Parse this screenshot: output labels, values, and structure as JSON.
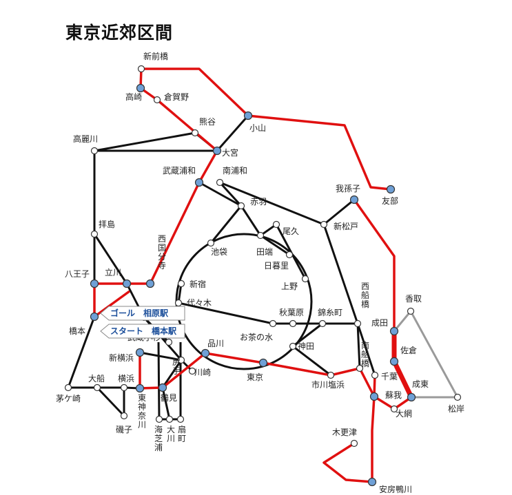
{
  "title": "東京近郊区間",
  "colors": {
    "route": "#e01010",
    "line": "#111111",
    "grey_line": "#9a9a9a",
    "station_on_route": "#6fa0d6",
    "station": "#ffffff",
    "callout_text": "#1b4e9a"
  },
  "callouts": {
    "goal": "ゴール　相原駅",
    "start": "スタート　橋本駅"
  },
  "stations": {
    "shinmaebashi": "新前橋",
    "takasaki": "高崎",
    "kuragano": "倉賀野",
    "kumagaya": "熊谷",
    "oyama": "小山",
    "takamagawa": "高麗川",
    "omiya": "大宮",
    "musashiurawa": "武蔵浦和",
    "minamiurawa": "南浦和",
    "abiko": "我孫子",
    "tomobe": "友部",
    "akabane": "赤羽",
    "shinmatsudo": "新松戸",
    "haijima": "拝島",
    "ogu": "尾久",
    "ikebukuro": "池袋",
    "tabata": "田端",
    "nishikokubunji": "西国分寺",
    "nippori": "日暮里",
    "hachioji": "八王子",
    "tachikawa": "立川",
    "shinjuku": "新宿",
    "ueno": "上野",
    "yoyogi": "代々木",
    "nishifunabashi": "西船橋",
    "katori": "香取",
    "fuchuhommachi": "府中本町",
    "akihabara": "秋葉原",
    "kinshicho": "錦糸町",
    "hashimoto": "橋本",
    "musashikosugi": "武蔵小杉",
    "ochanomizu": "お茶の水",
    "narita": "成田",
    "kanda": "神田",
    "shinagawa": "品川",
    "sakura": "佐倉",
    "shinyokohama": "新横浜",
    "minamifunabashi": "南船橋",
    "shiri": "尻手",
    "kawasaki": "川崎",
    "tokyo": "東京",
    "ichikawashiohama": "市川塩浜",
    "chiba": "千葉",
    "naruto": "成東",
    "ofuna": "大船",
    "yokohama": "横浜",
    "soga": "蘇我",
    "chigasaki": "茅ケ崎",
    "higashikanagawa": "東神奈川",
    "tsurumi": "鶴見",
    "matsugishi": "松岸",
    "oami": "大網",
    "isogo": "磯子",
    "umishibaura": "海芝浦",
    "okawa": "大川",
    "ogimachi": "扇町",
    "kisarazu": "木更津",
    "awakamogawa": "安房鴨川"
  }
}
